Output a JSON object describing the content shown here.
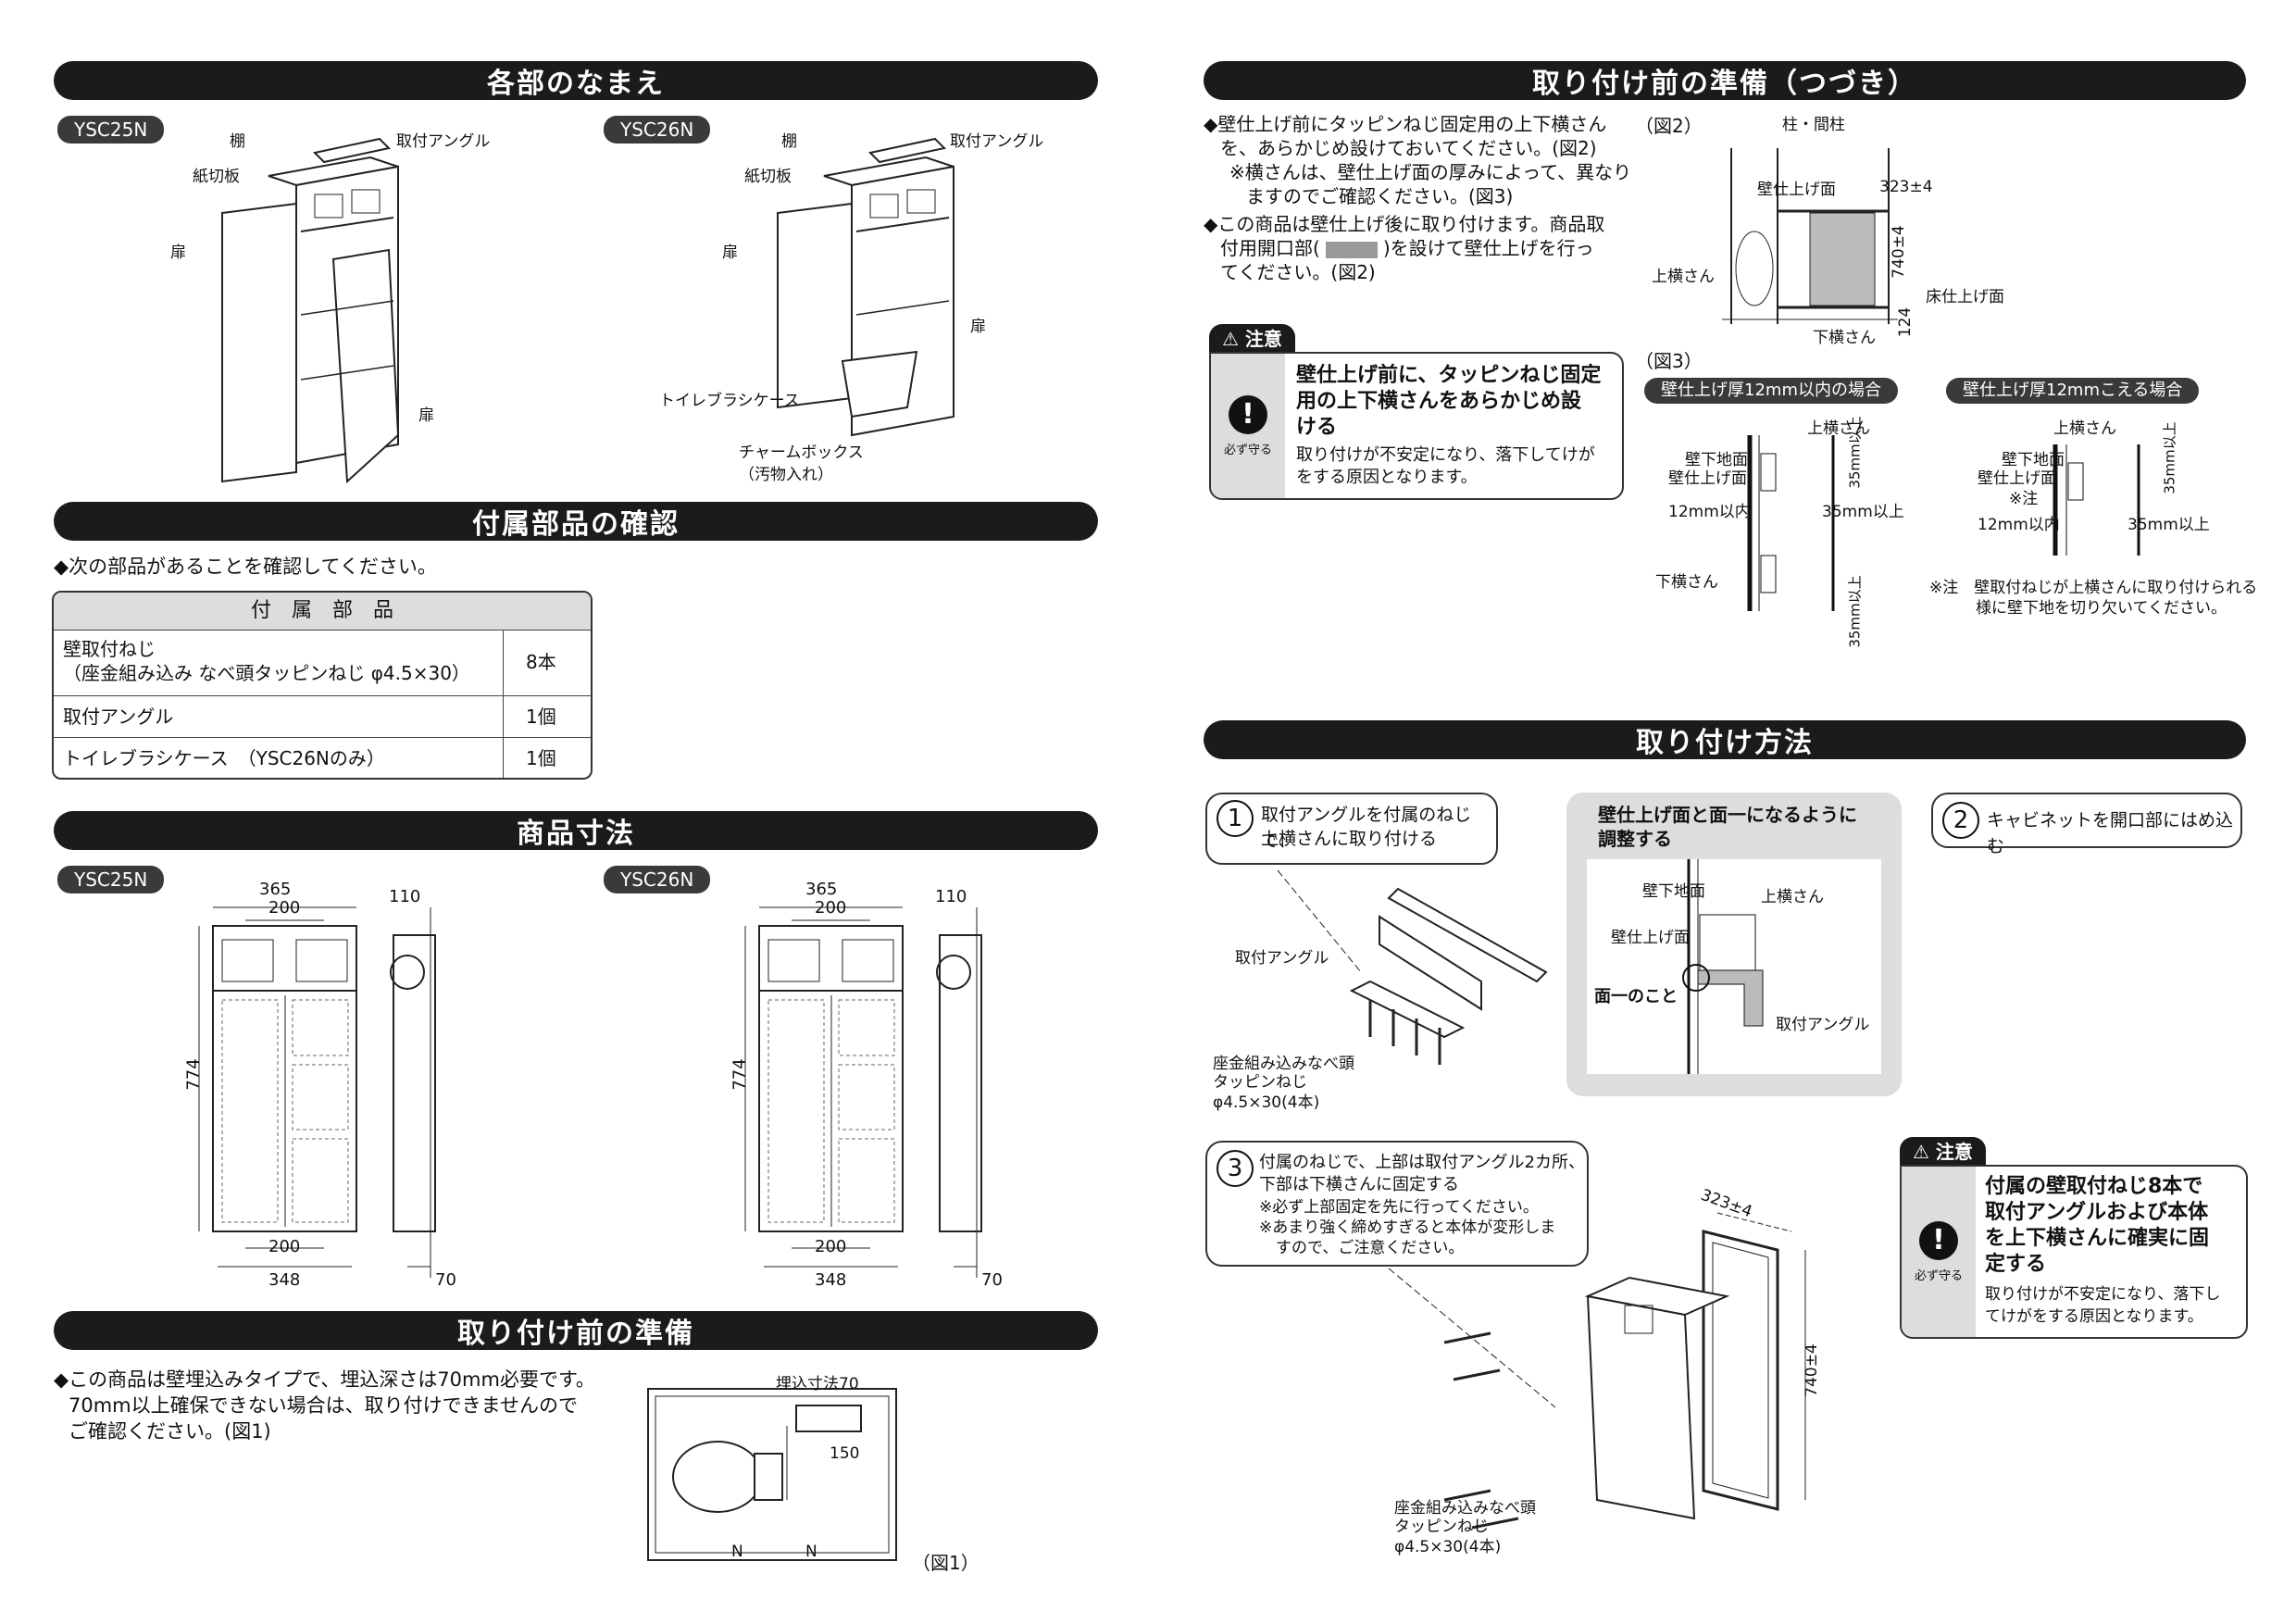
{
  "headers": {
    "names": "各部のなまえ",
    "prep_cont": "取り付け前の準備（つづき）",
    "accessories": "付属部品の確認",
    "dimensions": "商品寸法",
    "prep": "取り付け前の準備",
    "install": "取り付け方法"
  },
  "models": {
    "a": "YSC25N",
    "b": "YSC26N"
  },
  "parts_labels": {
    "shelf": "棚",
    "angle": "取付アングル",
    "paper_divider": "紙切板",
    "door": "扉",
    "brush_case": "トイレブラシケース",
    "charm_box": "チャームボックス",
    "charm_box_sub": "（汚物入れ）"
  },
  "accessories": {
    "intro": "次の部品があることを確認してください。",
    "table_header": "付　属　部　品",
    "rows": [
      {
        "name": "壁取付ねじ",
        "sub": "（座金組み込み なべ頭タッピンねじ φ4.5×30）",
        "qty": "8本"
      },
      {
        "name": "取付アングル",
        "sub": "",
        "qty": "1個"
      },
      {
        "name": "トイレブラシケース　（YSC26Nのみ）",
        "sub": "",
        "qty": "1個"
      }
    ]
  },
  "dims": {
    "w": "365",
    "inner": "200",
    "depth": "110",
    "h": "774",
    "bottom_inner": "200",
    "bottom_w": "348",
    "bottom_d": "70"
  },
  "prep": {
    "text1": "この商品は壁埋込みタイプで、埋込深さは70mm必要です。",
    "text2": "70mm以上確保できない場合は、取り付けできませんので",
    "text3": "ご確認ください。(図1)",
    "fig1_label": "埋込寸法70",
    "fig1_dim": "150",
    "fig1": "（図1）",
    "n": "N"
  },
  "prep_cont": {
    "b1_1": "壁仕上げ前にタッピンねじ固定用の上下横さん",
    "b1_2": "を、あらかじめ設けておいてください。(図2)",
    "b1_3": "※横さんは、壁仕上げ面の厚みによって、異なり",
    "b1_4": "ますのでご確認ください。(図3)",
    "b2_1": "この商品は壁仕上げ後に取り付けます。商品取",
    "b2_2a": "付用開口部(",
    "b2_2b": ")を設けて壁仕上げを行っ",
    "b2_3": "てください。(図2)",
    "fig2": "（図2）",
    "fig3": "（図3）",
    "pillar": "柱・間柱",
    "wall_finish": "壁仕上げ面",
    "upper": "上横さん",
    "lower": "下横さん",
    "floor": "床仕上げ面",
    "d323": "323±4",
    "d740": "740±4",
    "d124": "124",
    "case1": "壁仕上げ厚12mm以内の場合",
    "case2": "壁仕上げ厚12mmこえる場合",
    "under": "壁下地面",
    "finish_short": "壁仕上げ面",
    "note_mark": "※注",
    "mm12": "12mm以内",
    "mm35": "35mm以上",
    "mm35v": "35mm以上",
    "footnote1": "※注　壁取付ねじが上横さんに取り付けられる",
    "footnote2": "様に壁下地を切り欠いてください。"
  },
  "caution1": {
    "tab": "⚠ 注意",
    "must": "必ず守る",
    "head1": "壁仕上げ前に、タッピンねじ固定",
    "head2": "用の上下横さんをあらかじめ設",
    "head3": "ける",
    "body1": "取り付けが不安定になり、落下してけが",
    "body2": "をする原因となります。"
  },
  "install": {
    "s1_num": "1",
    "s1_1": "取付アングルを付属のねじで、",
    "s1_2": "上横さんに取り付ける",
    "s1_angle": "取付アングル",
    "screw1": "座金組み込みなべ頭",
    "screw2": "タッピンねじ",
    "screw3": "φ4.5×30(4本)",
    "adj_1": "壁仕上げ面と面一になるように",
    "adj_2": "調整する",
    "adj_under": "壁下地面",
    "adj_finish": "壁仕上げ面",
    "adj_upper": "上横さん",
    "adj_flush": "面一のこと",
    "adj_angle": "取付アングル",
    "s2_num": "2",
    "s2_1": "キャビネットを開口部にはめ込む",
    "s3_num": "3",
    "s3_1": "付属のねじで、上部は取付アングル2カ所、",
    "s3_2": "下部は下横さんに固定する",
    "s3_3": "※必ず上部固定を先に行ってください。",
    "s3_4": "※あまり強く締めすぎると本体が変形しま",
    "s3_5": "すので、ご注意ください。",
    "d323": "323±4",
    "d740": "740±4"
  },
  "caution2": {
    "tab": "⚠ 注意",
    "must": "必ず守る",
    "head1": "付属の壁取付ねじ8本で",
    "head2": "取付アングルおよび本体",
    "head3": "を上下横さんに確実に固",
    "head4": "定する",
    "body1": "取り付けが不安定になり、落下し",
    "body2": "てけがをする原因となります。"
  }
}
